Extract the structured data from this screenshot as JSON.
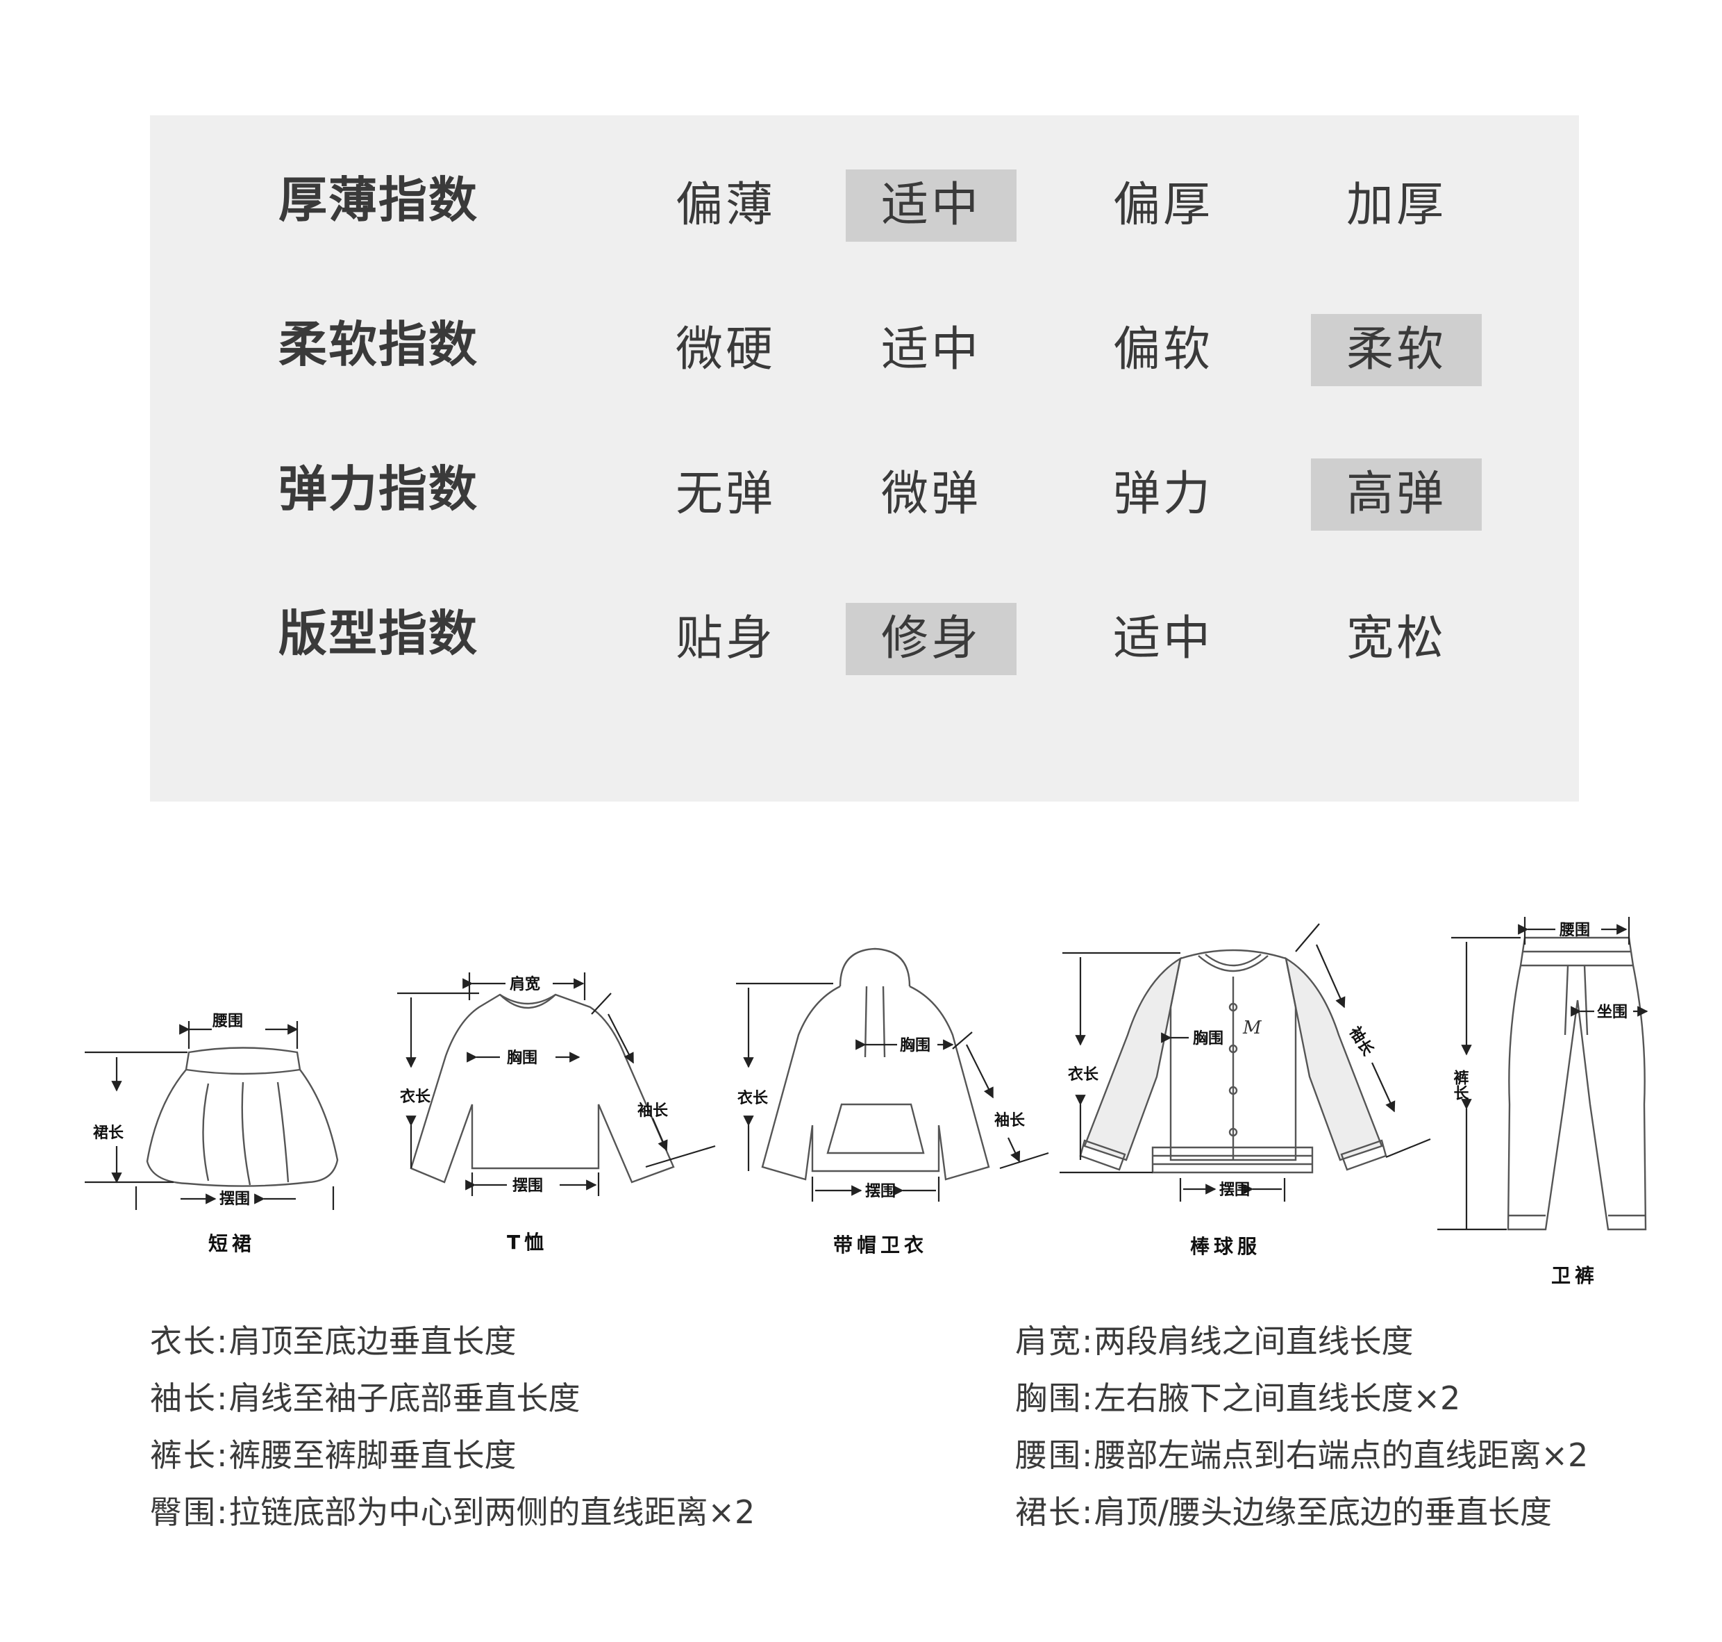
{
  "fabric_index": {
    "rows": [
      {
        "label": "厚薄指数",
        "options": [
          "偏薄",
          "适中",
          "偏厚",
          "加厚"
        ],
        "selected": 1
      },
      {
        "label": "柔软指数",
        "options": [
          "微硬",
          "适中",
          "偏软",
          "柔软"
        ],
        "selected": 3
      },
      {
        "label": "弹力指数",
        "options": [
          "无弹",
          "微弹",
          "弹力",
          "高弹"
        ],
        "selected": 3
      },
      {
        "label": "版型指数",
        "options": [
          "贴身",
          "修身",
          "适中",
          "宽松"
        ],
        "selected": 1
      }
    ],
    "highlight_color": "#cfcfcf",
    "panel_color": "#efefef"
  },
  "garments": {
    "skirt": {
      "name": "短裙",
      "waist": "腰围",
      "length": "裙长",
      "hem": "摆围"
    },
    "tshirt": {
      "name": "T恤",
      "shoulder": "肩宽",
      "chest": "胸围",
      "length": "衣长",
      "sleeve": "袖长",
      "hem": "摆围"
    },
    "hoodie": {
      "name": "带帽卫衣",
      "chest": "胸围",
      "length": "衣长",
      "sleeve": "袖长",
      "hem": "摆围"
    },
    "baseball": {
      "name": "棒球服",
      "chest": "胸围",
      "length": "衣长",
      "sleeve": "袖长",
      "hem": "摆围"
    },
    "pants": {
      "name": "卫裤",
      "waist": "腰围",
      "hip": "坐围",
      "length": "裤长"
    }
  },
  "definitions": {
    "left": [
      {
        "term": "衣长:",
        "desc": "肩顶至底边垂直长度"
      },
      {
        "term": "袖长:",
        "desc": "肩线至袖子底部垂直长度"
      },
      {
        "term": "裤长:",
        "desc": "裤腰至裤脚垂直长度"
      },
      {
        "term": "臀围:",
        "desc": "拉链底部为中心到两侧的直线距离×2"
      }
    ],
    "right": [
      {
        "term": "肩宽:",
        "desc": "两段肩线之间直线长度"
      },
      {
        "term": "胸围:",
        "desc": "左右腋下之间直线长度×2"
      },
      {
        "term": "腰围:",
        "desc": "腰部左端点到右端点的直线距离×2"
      },
      {
        "term": "裙长:",
        "desc": "肩顶/腰头边缘至底边的垂直长度"
      }
    ]
  }
}
